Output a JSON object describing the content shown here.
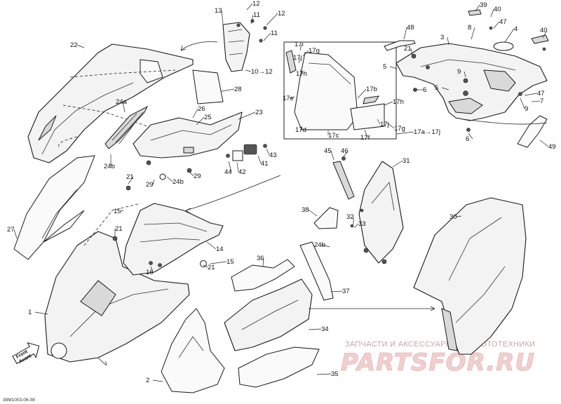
{
  "diagram": {
    "drawing_code": "38M1003-06-08",
    "front_label": [
      "Front",
      "Avant"
    ],
    "watermark": {
      "tagline": "ЗАПЧАСТИ И АКСЕССУАРЫ ДЛЯ МОТОТЕХНИКИ",
      "logo": "PARTSFOR.RU"
    },
    "callouts": [
      {
        "id": "c1",
        "label": "1"
      },
      {
        "id": "c2",
        "label": "2"
      },
      {
        "id": "c3",
        "label": "3"
      },
      {
        "id": "c4",
        "label": "4"
      },
      {
        "id": "c5a",
        "label": "5"
      },
      {
        "id": "c5b",
        "label": "5"
      },
      {
        "id": "c6a",
        "label": "6"
      },
      {
        "id": "c6b",
        "label": "6"
      },
      {
        "id": "c7",
        "label": "7"
      },
      {
        "id": "c8",
        "label": "8"
      },
      {
        "id": "c9a",
        "label": "9"
      },
      {
        "id": "c9b",
        "label": "9"
      },
      {
        "id": "c10",
        "label": "10→12"
      },
      {
        "id": "c11a",
        "label": "11"
      },
      {
        "id": "c11b",
        "label": "11"
      },
      {
        "id": "c12a",
        "label": "12"
      },
      {
        "id": "c12b",
        "label": "12"
      },
      {
        "id": "c13",
        "label": "13"
      },
      {
        "id": "c14",
        "label": "14"
      },
      {
        "id": "c15a",
        "label": "15"
      },
      {
        "id": "c15b",
        "label": "15"
      },
      {
        "id": "c16",
        "label": "16"
      },
      {
        "id": "c17a",
        "label": "17a→17j"
      },
      {
        "id": "c17b",
        "label": "17b"
      },
      {
        "id": "c17c",
        "label": "17c"
      },
      {
        "id": "c17d",
        "label": "17d"
      },
      {
        "id": "c17e",
        "label": "17e"
      },
      {
        "id": "c17f",
        "label": "17f"
      },
      {
        "id": "c17g1",
        "label": "17g"
      },
      {
        "id": "c17g2",
        "label": "17g"
      },
      {
        "id": "c17h1",
        "label": "17h"
      },
      {
        "id": "c17h2",
        "label": "17h"
      },
      {
        "id": "c17i",
        "label": "17i"
      },
      {
        "id": "c17j1",
        "label": "17j"
      },
      {
        "id": "c17j2",
        "label": "17j"
      },
      {
        "id": "c21a",
        "label": "21"
      },
      {
        "id": "c21b",
        "label": "21"
      },
      {
        "id": "c21c",
        "label": "21"
      },
      {
        "id": "c21d",
        "label": "21"
      },
      {
        "id": "c22",
        "label": "22"
      },
      {
        "id": "c23",
        "label": "23"
      },
      {
        "id": "c24a",
        "label": "24a"
      },
      {
        "id": "c24b1",
        "label": "24b"
      },
      {
        "id": "c24b2",
        "label": "24b"
      },
      {
        "id": "c24b3",
        "label": "24b"
      },
      {
        "id": "c25",
        "label": "25"
      },
      {
        "id": "c26",
        "label": "26"
      },
      {
        "id": "c27",
        "label": "27"
      },
      {
        "id": "c28",
        "label": "28"
      },
      {
        "id": "c29a",
        "label": "29"
      },
      {
        "id": "c29b",
        "label": "29"
      },
      {
        "id": "c30",
        "label": "30"
      },
      {
        "id": "c31",
        "label": "31"
      },
      {
        "id": "c32",
        "label": "32"
      },
      {
        "id": "c33",
        "label": "33"
      },
      {
        "id": "c34",
        "label": "34"
      },
      {
        "id": "c35",
        "label": "35"
      },
      {
        "id": "c36",
        "label": "36"
      },
      {
        "id": "c37",
        "label": "37"
      },
      {
        "id": "c38",
        "label": "38"
      },
      {
        "id": "c39",
        "label": "39"
      },
      {
        "id": "c40a",
        "label": "40"
      },
      {
        "id": "c40b",
        "label": "40"
      },
      {
        "id": "c41",
        "label": "41"
      },
      {
        "id": "c42",
        "label": "42"
      },
      {
        "id": "c43",
        "label": "43"
      },
      {
        "id": "c44",
        "label": "44"
      },
      {
        "id": "c45",
        "label": "45"
      },
      {
        "id": "c46",
        "label": "46"
      },
      {
        "id": "c47a",
        "label": "47"
      },
      {
        "id": "c47b",
        "label": "47"
      },
      {
        "id": "c48",
        "label": "48"
      },
      {
        "id": "c49",
        "label": "49"
      }
    ]
  }
}
